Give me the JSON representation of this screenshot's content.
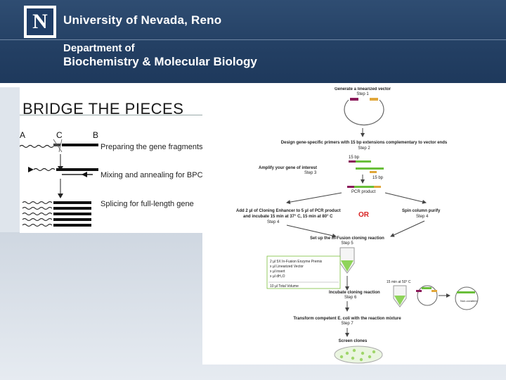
{
  "header": {
    "seal_letter": "N",
    "university": "University of Nevada, Reno",
    "department_line1": "Department of",
    "department_line2": "Biochemistry & Molecular Biology"
  },
  "slide": {
    "title": "BRIDGE THE PIECES"
  },
  "left_figure": {
    "label_a": "A",
    "label_c": "C",
    "label_b": "B",
    "row1": "Preparing the gene fragments",
    "row2": "Mixing and annealing for BPCR",
    "row3": "Splicing for full-length gene"
  },
  "right_figure": {
    "step1_title": "Generate a linearized vector",
    "step1_label": "Step 1",
    "step2_title": "Design gene-specific primers with 15 bp extensions complementary to vector ends",
    "step2_label": "Step 2",
    "bp15_top": "15 bp",
    "step3_title": "Amplify your gene of interest",
    "step3_label": "Step 3",
    "bp15_right": "15 bp",
    "pcr_product": "PCR product",
    "step4a_line1": "Add 2 µl of Cloning Enhancer to 5 µl of PCR product",
    "step4a_line2": "and incubate 15 min at 37° C, 15 min at 80° C",
    "step4a_label": "Step 4",
    "or": "OR",
    "step4b_title": "Spin column purify",
    "step4b_label": "Step 4",
    "step5_title": "Set up the In-Fusion cloning reaction",
    "step5_label": "Step 5",
    "mix_line1": "2 µl 5X In-Fusion Enzyme Premix",
    "mix_line2": "x µl Linearized Vector",
    "mix_line3": "x µl insert",
    "mix_line4": "x µl dH₂O",
    "mix_total": "10 µl Total Volume",
    "incubate_time": "15 min at 50° C",
    "step6_title": "Incubate cloning reaction",
    "step6_label": "Step 6",
    "circle_label": "Non-covalent",
    "step7_title": "Transform competent E. coli with the reaction mixture",
    "step7_label": "Step 7",
    "step8_title": "Screen clones"
  }
}
